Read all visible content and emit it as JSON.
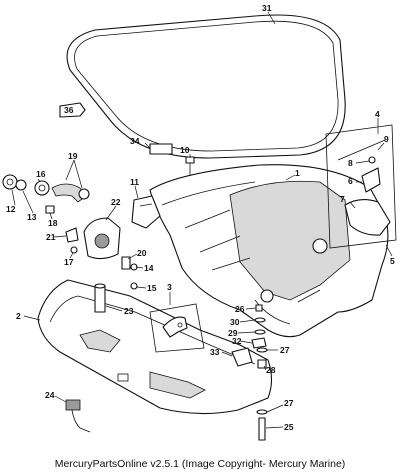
{
  "footer": {
    "text": "MercuryPartsOnline v2.5.1 (Image Copyright- Mercury Marine)"
  },
  "callouts": {
    "c1": "1",
    "c2": "2",
    "c3": "3",
    "c4": "4",
    "c5": "5",
    "c6": "6",
    "c7": "7",
    "c8": "8",
    "c9": "9",
    "c10": "10",
    "c11": "11",
    "c12": "12",
    "c13": "13",
    "c14": "14",
    "c15": "15",
    "c16": "16",
    "c17": "17",
    "c18": "18",
    "c19": "19",
    "c20": "20",
    "c21": "21",
    "c22": "22",
    "c23": "23",
    "c24": "24",
    "c25": "25",
    "c26": "26",
    "c27a": "27",
    "c27b": "27",
    "c28": "28",
    "c29": "29",
    "c30": "30",
    "c31": "31",
    "c32": "32",
    "c33": "33",
    "c34": "34",
    "c36": "36"
  }
}
